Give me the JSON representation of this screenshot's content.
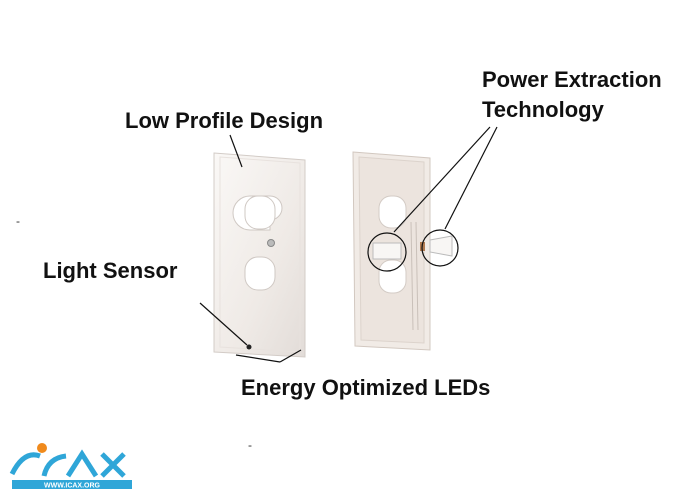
{
  "labels": {
    "low_profile": "Low Profile Design",
    "power_line1": "Power Extraction",
    "power_line2": "Technology",
    "light_sensor": "Light Sensor",
    "leds": "Energy Optimized LEDs"
  },
  "marks": {
    "dash1": "-",
    "dash2": "-"
  },
  "logo": {
    "text": "ICAX",
    "url_text": "WWW.ICAX.ORG"
  },
  "colors": {
    "logo_blue": "#2fa6d8",
    "logo_orange": "#f08a1c",
    "plate": "#f3efec"
  }
}
